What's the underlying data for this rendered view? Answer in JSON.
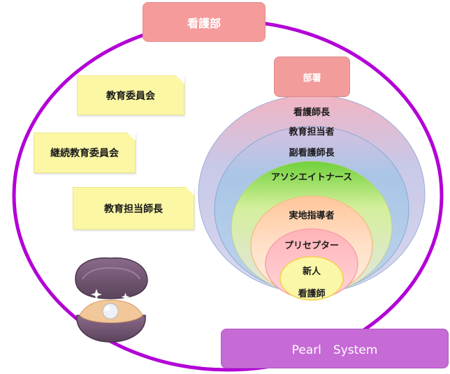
{
  "header": {
    "title": "看護部"
  },
  "notes": [
    "教育委員会",
    "継続教育委員会",
    "教育担当師長"
  ],
  "dept": {
    "label": "部署"
  },
  "levels": {
    "head_nurse": "看護師長",
    "education_lead": "教育担当者",
    "deputy_head_nurse": "副看護師長",
    "associate_nurse": "アソシエイトナース",
    "clinical_instructor": "実地指導者",
    "preceptor": "プリセプター",
    "new_nurse_line1": "新人",
    "new_nurse_line2": "看護師"
  },
  "footer": {
    "label": "Pearl　System"
  },
  "colors": {
    "outer_ring": "#b200d6",
    "header_box": "#f59b9b",
    "dept_box": "#f29c9c",
    "footer_box": "#c66ad6",
    "note_fill": "#fbf7a4"
  },
  "icons": [
    "pearl-oyster-icon"
  ]
}
